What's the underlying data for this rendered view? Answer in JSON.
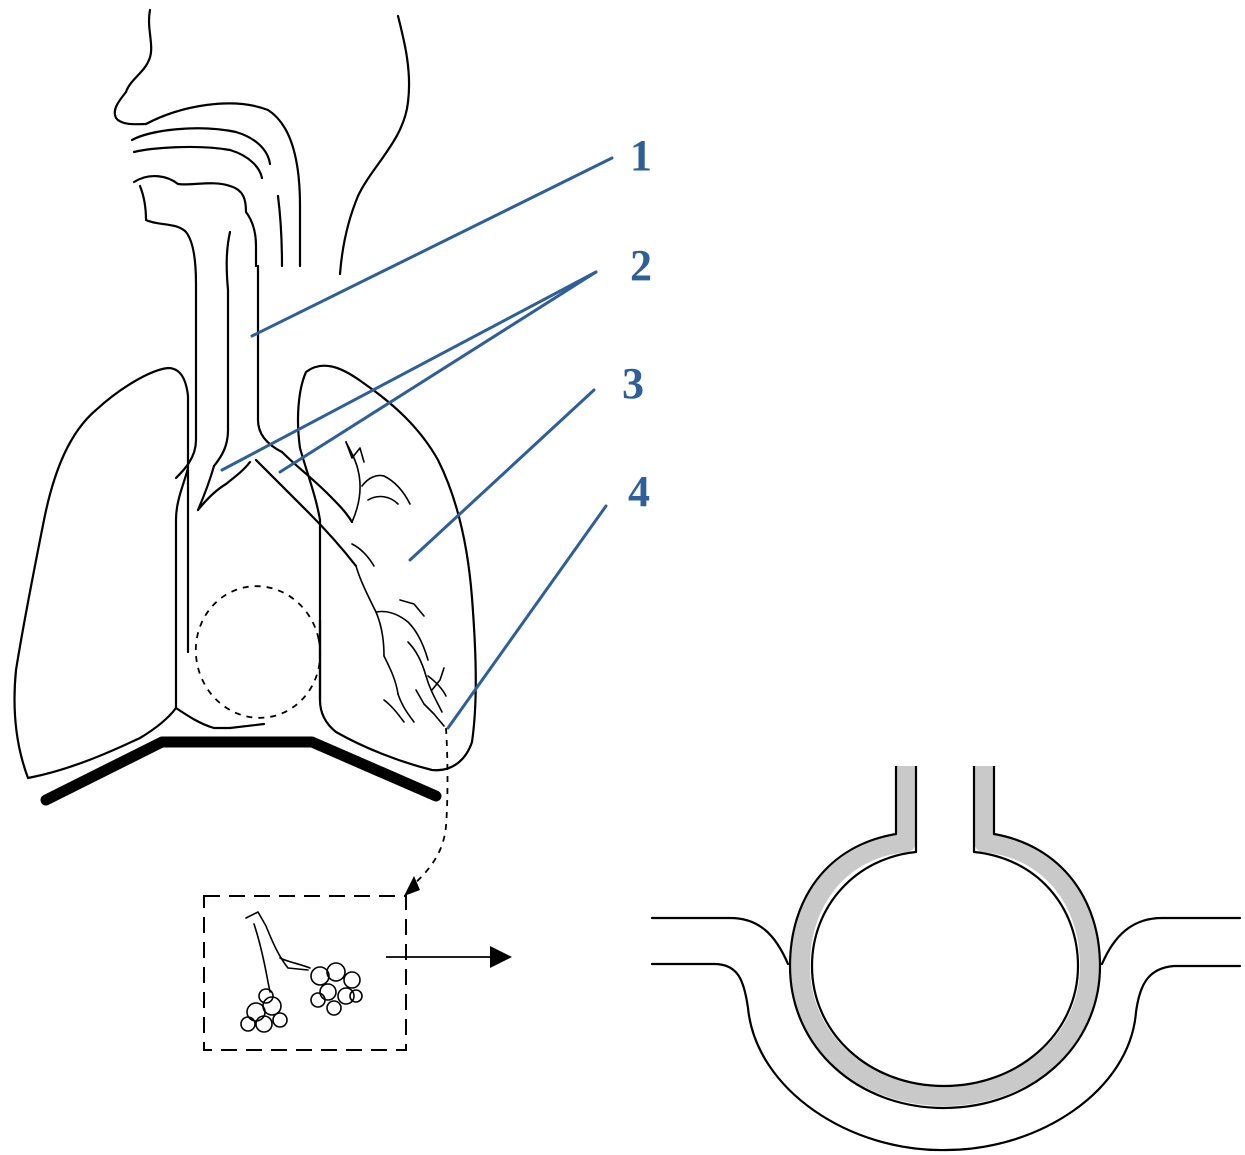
{
  "colors": {
    "label": "#2f5f98",
    "line": "#000000",
    "alveolar_wall": "#c9c9c9"
  },
  "labels": [
    {
      "id": "1",
      "text": "1"
    },
    {
      "id": "2",
      "text": "2"
    },
    {
      "id": "3",
      "text": "3"
    },
    {
      "id": "4",
      "text": "4"
    }
  ]
}
